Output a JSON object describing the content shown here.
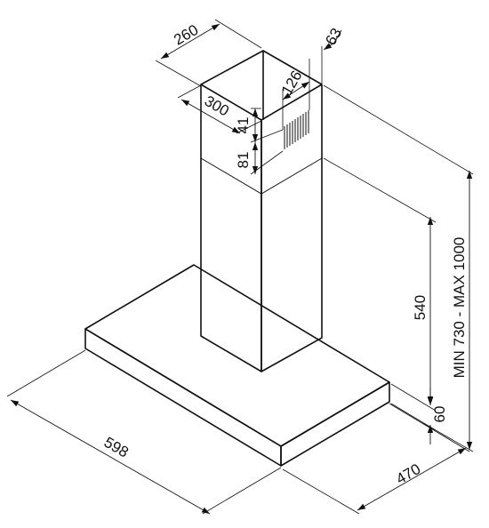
{
  "dimensions": {
    "chimney_width": "260",
    "offset_63": "63",
    "vent_width": "126",
    "chimney_depth": "300",
    "top_41": "41",
    "top_81": "81",
    "duct_height": "540",
    "total_height": "MIN 730 - MAX 1000",
    "canopy_height": "60",
    "canopy_width": "598",
    "canopy_depth": "470"
  }
}
